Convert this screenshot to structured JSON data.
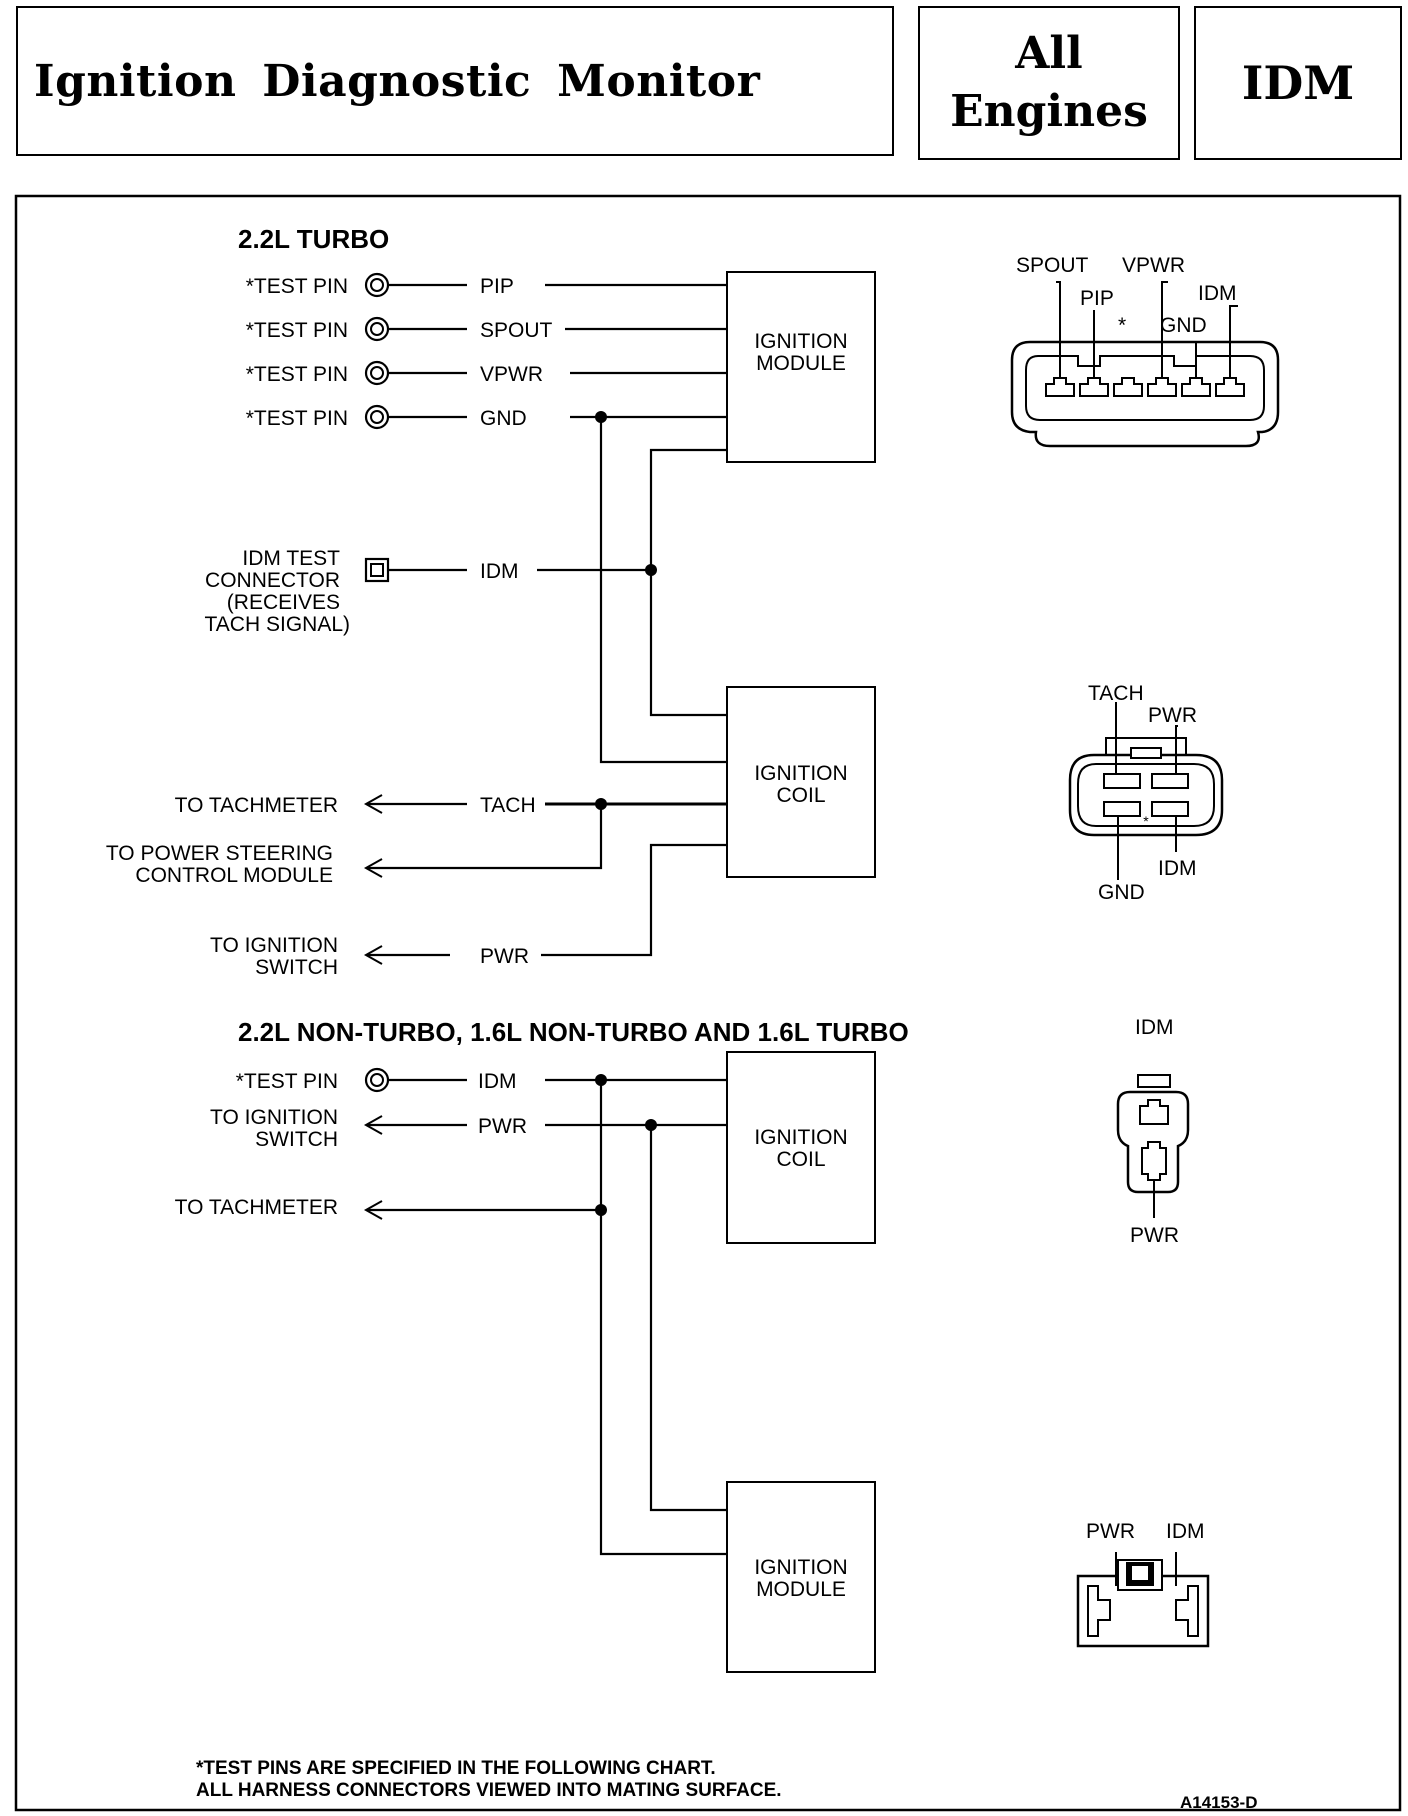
{
  "header": {
    "title": "Ignition Diagnostic Monitor",
    "engines_line1": "All",
    "engines_line2": "Engines",
    "code": "IDM"
  },
  "turbo_section": {
    "heading": "2.2L TURBO",
    "test_pin_label": "*TEST PIN",
    "signals": [
      "PIP",
      "SPOUT",
      "VPWR",
      "GND"
    ],
    "idm_connector_lines": [
      "IDM TEST",
      "CONNECTOR",
      "(RECEIVES",
      "TACH SIGNAL)"
    ],
    "idm_signal": "IDM",
    "ignition_module": [
      "IGNITION",
      "MODULE"
    ],
    "ignition_coil": [
      "IGNITION",
      "COIL"
    ],
    "to_tachometer": "TO TACHMETER",
    "tach_signal": "TACH",
    "to_power_steering": [
      "TO POWER STEERING",
      "CONTROL MODULE"
    ],
    "to_ignition_switch": [
      "TO IGNITION",
      "SWITCH"
    ],
    "pwr_signal": "PWR"
  },
  "nonturbo_section": {
    "heading": "2.2L NON-TURBO, 1.6L NON-TURBO AND 1.6L TURBO",
    "test_pin_label": "*TEST PIN",
    "idm_signal": "IDM",
    "to_ignition_switch": [
      "TO IGNITION",
      "SWITCH"
    ],
    "pwr_signal": "PWR",
    "to_tachometer": "TO TACHMETER",
    "ignition_coil": [
      "IGNITION",
      "COIL"
    ],
    "ignition_module": [
      "IGNITION",
      "MODULE"
    ]
  },
  "connectors": {
    "module_6pin": {
      "spout": "SPOUT",
      "vpwr": "VPWR",
      "pip": "PIP",
      "idm": "IDM",
      "star": "*",
      "gnd": "GND"
    },
    "coil_4pin": {
      "tach": "TACH",
      "pwr": "PWR",
      "idm": "IDM",
      "gnd": "GND"
    },
    "coil_2pin": {
      "idm": "IDM",
      "pwr": "PWR"
    },
    "module_2pin": {
      "pwr": "PWR",
      "idm": "IDM"
    }
  },
  "footnote": {
    "line1": "*TEST PINS ARE SPECIFIED IN THE FOLLOWING CHART.",
    "line2": "ALL HARNESS CONNECTORS VIEWED INTO MATING SURFACE."
  },
  "figure_code": "A14153-D"
}
